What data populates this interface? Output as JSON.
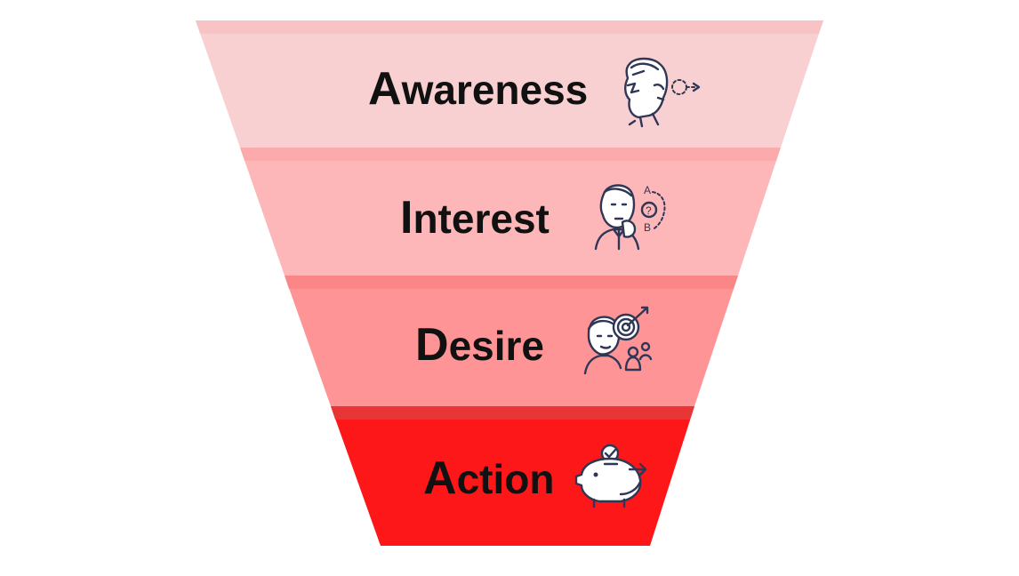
{
  "colors": {
    "awareness": "#f9d0d1",
    "awareness_band": "#f7c3c4",
    "interest": "#fdb7b8",
    "interest_band": "#fbabac",
    "desire": "#fe9495",
    "desire_band": "#fb8687",
    "action": "#fd1718",
    "action_band": "#e83536",
    "icon_line": "#2f3656"
  },
  "stages": [
    {
      "first_letter": "A",
      "rest": "wareness",
      "icon": "person-eye-vision-icon"
    },
    {
      "first_letter": "I",
      "rest": "nterest",
      "icon": "person-thinking-question-icon"
    },
    {
      "first_letter": "D",
      "rest": "esire",
      "icon": "person-target-people-icon"
    },
    {
      "first_letter": "A",
      "rest": "ction",
      "icon": "piggy-bank-icon"
    }
  ]
}
